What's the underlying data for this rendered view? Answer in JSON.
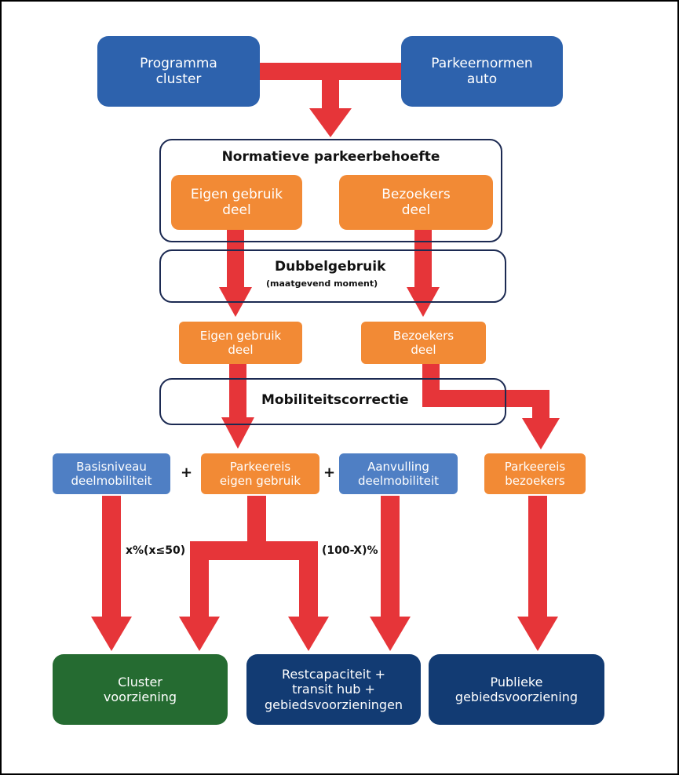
{
  "boxes": {
    "programma_cluster": "Programma\ncluster",
    "parkeernormen_auto": "Parkeernormen\nauto",
    "eigen_gebruik_1": "Eigen gebruik\ndeel",
    "bezoekers_1": "Bezoekers\ndeel",
    "eigen_gebruik_2": "Eigen gebruik\ndeel",
    "bezoekers_2": "Bezoekers\ndeel",
    "basisniveau": "Basisniveau\ndeelmobiliteit",
    "parkeereis_eigen": "Parkeereis\neigen gebruik",
    "aanvulling": "Aanvulling\ndeelmobiliteit",
    "parkeereis_bezoekers": "Parkeereis\nbezoekers",
    "cluster_voorziening": "Cluster\nvoorziening",
    "restcapaciteit": "Restcapaciteit +\ntransit hub +\ngebiedsvoorzieningen",
    "publieke": "Publieke\ngebiedsvoorziening"
  },
  "sections": {
    "normatieve": "Normatieve parkeerbehoefte",
    "dubbelgebruik": "Dubbelgebruik",
    "dubbelgebruik_sub": "(maatgevend moment)",
    "mobiliteitscorrectie": "Mobiliteitscorrectie"
  },
  "operators": {
    "plus1": "+",
    "plus2": "+"
  },
  "labels": {
    "left_pct": "x%(x≤50)",
    "right_pct": "(100-X)%"
  },
  "colors": {
    "arrow": "#e63539",
    "blue_top": "#2d62ad",
    "orange": "#f28a35",
    "light_blue": "#4f7fc4",
    "green": "#256b31",
    "navy": "#123b73",
    "outline": "#1c2a52"
  }
}
